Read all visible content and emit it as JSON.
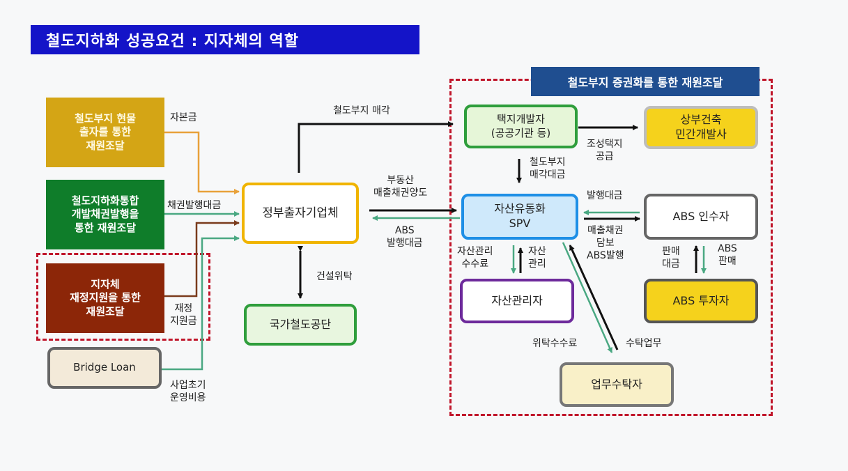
{
  "title": "철도지하화 성공요건 : 지자체의 역할",
  "section_title": "철도부지 증권화를 통한 재원조달",
  "sources": {
    "land": "철도부지 현물\n출자를 통한\n재원조달",
    "bond": "철도지하화통합\n개발채권발행을\n통한 재원조달",
    "local": "지자체\n재정지원을 통한\n재원조달",
    "bridge": "Bridge Loan"
  },
  "nodes": {
    "center": "정부출자기업체",
    "rail": "국가철도공단",
    "developer": "택지개발자\n(공공기관 등)",
    "builder": "상부건축\n민간개발사",
    "spv": "자산유동화\nSPV",
    "abs_buyer": "ABS 인수자",
    "asset_mgr": "자산관리자",
    "abs_investor": "ABS 투자자",
    "trustee": "업무수탁자"
  },
  "labels": {
    "capital": "자본금",
    "bond_proceeds": "채권발행대금",
    "fiscal_support": "재정\n지원금",
    "initial_cost": "사업초기\n운영비용",
    "land_sale": "철도부지 매각",
    "receivables": "부동산\n매출채권양도",
    "abs_proceeds": "ABS\n발행대금",
    "construction": "건설위탁",
    "land_price": "철도부지\n매각대금",
    "land_supply": "조성택지\n공급",
    "issue_proceeds": "발행대금",
    "secured_abs": "매출채권\n담보\nABS발행",
    "mgmt_fee": "자산관리\n수수료",
    "asset_mgmt": "자산\n관리",
    "sale_price": "판매\n대금",
    "abs_sale": "ABS\n판매",
    "trust_fee": "위탁수수료",
    "trust_work": "수탁업무"
  },
  "colors": {
    "title_bg": "#1414c8",
    "section_bg": "#1f4e90",
    "dashed": "#c0152a",
    "land_box": "#d4a515",
    "bond_box": "#0f7d2a",
    "local_box": "#8c2608",
    "orange_border": "#f0b400",
    "green_border": "#2f9e3c",
    "blue_border": "#1e8fe6",
    "purple_border": "#6d2a9b",
    "gray_border": "#666666",
    "yellow_fill": "#f5d21c"
  }
}
